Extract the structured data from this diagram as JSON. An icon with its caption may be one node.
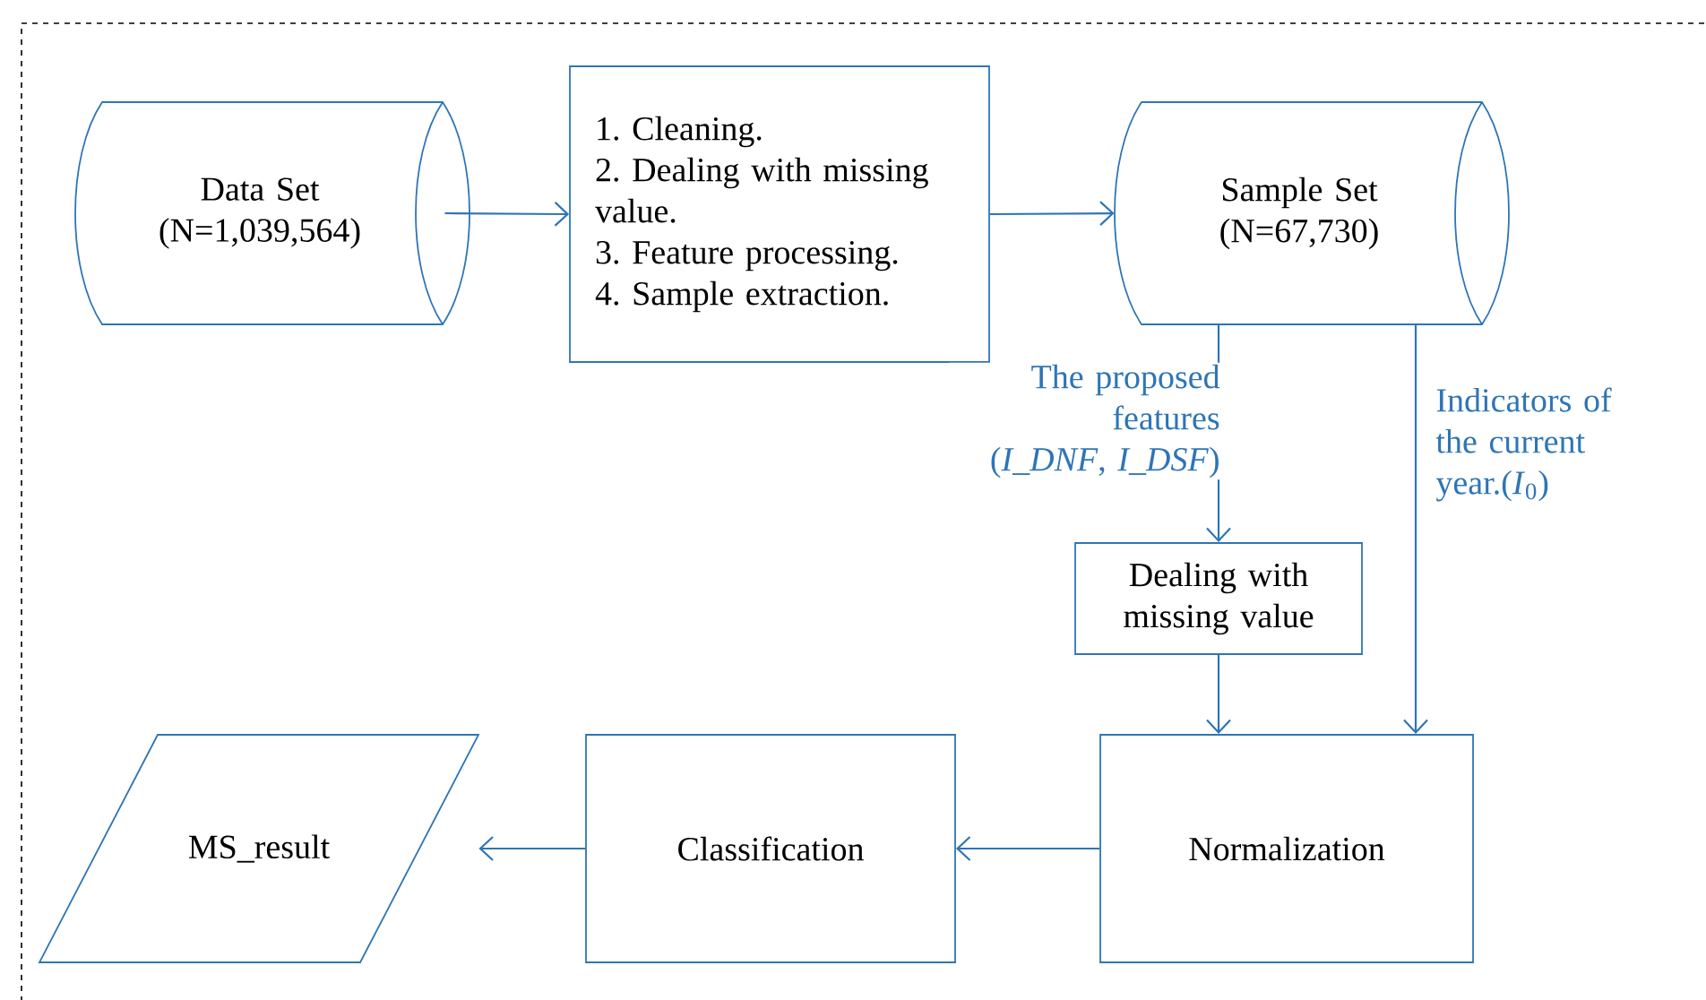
{
  "diagram": {
    "nodes": [
      {
        "text": [
          "Data Set (N=1,039,564)"
        ]
      },
      {
        "text": [
          "1. Cleaning.",
          "2. Dealing with missing value.",
          "3. Feature processing.",
          "4. Sample extraction."
        ]
      },
      {
        "text": [
          "Sample Set (N=67,730)"
        ]
      },
      {
        "text": [
          "Dealing with missing value"
        ]
      },
      {
        "text": [
          "Normalization"
        ]
      },
      {
        "text": [
          "Classification"
        ]
      },
      {
        "text": [
          "MS_result"
        ]
      }
    ],
    "edges": [
      {
        "from": 0,
        "to": 1,
        "arrow": "to"
      },
      {
        "from": 1,
        "to": 2,
        "arrow": "to"
      },
      {
        "from": 2,
        "to": 3,
        "arrow": "to",
        "label": "The proposed features (*I_DNF*, *I_DSF*)"
      },
      {
        "from": 2,
        "to": 4,
        "arrow": "to",
        "label": "Indicators of the current year.(*I*$_{0}$)"
      },
      {
        "from": 3,
        "to": 4,
        "arrow": "to"
      },
      {
        "from": 4,
        "to": 5,
        "arrow": "to"
      },
      {
        "from": 5,
        "to": 6,
        "arrow": "to"
      }
    ]
  }
}
